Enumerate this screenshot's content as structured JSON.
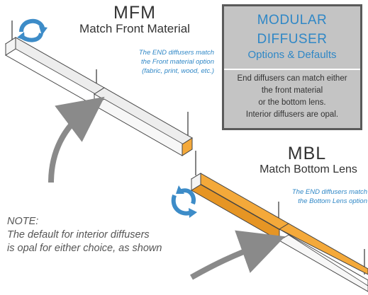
{
  "mfm": {
    "title": "MFM",
    "subtitle": "Match Front Material",
    "note_lines": [
      "The END diffusers match",
      "the Front material option",
      "(fabric, print, wood, etc.)"
    ]
  },
  "mbl": {
    "title": "MBL",
    "subtitle": "Match Bottom Lens",
    "note_lines": [
      "The END diffusers match",
      "the Bottom Lens option"
    ]
  },
  "note": {
    "lines": [
      "NOTE:",
      "The default for interior diffusers",
      "is opal for either choice, as shown"
    ]
  },
  "panel": {
    "title_lines": [
      "MODULAR",
      "DIFFUSER"
    ],
    "subtitle": "Options & Defaults",
    "body_lines": [
      "End diffusers can match either",
      "the front material",
      "or the bottom lens.",
      "Interior diffusers are opal."
    ]
  },
  "colors": {
    "orange": "#f4a93a",
    "orange_dark": "#e69524",
    "blue_arrow": "#3d8cc8",
    "text_blue": "#2f87c6",
    "panel_bg": "#c4c4c4",
    "panel_border": "#5a5a5a",
    "grey_arrow": "#8a8a8a"
  }
}
